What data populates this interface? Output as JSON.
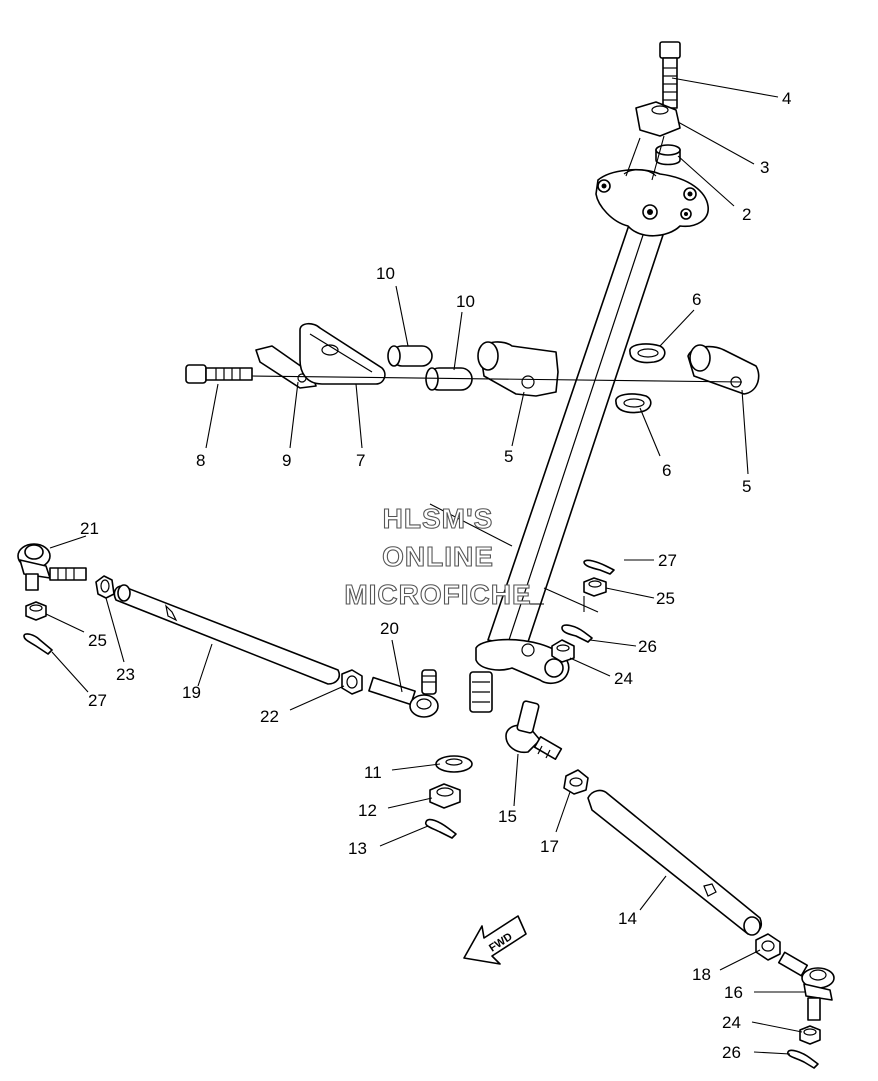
{
  "watermark": {
    "line1": "HLSM'S",
    "line2": "ONLINE",
    "line3": "MICROFICHE"
  },
  "direction_label": "FWD",
  "callouts": {
    "c2": "2",
    "c3": "3",
    "c4": "4",
    "c5a": "5",
    "c5b": "5",
    "c6a": "6",
    "c6b": "6",
    "c7": "7",
    "c8": "8",
    "c9": "9",
    "c10a": "10",
    "c10b": "10",
    "c11": "11",
    "c12": "12",
    "c13": "13",
    "c14": "14",
    "c15": "15",
    "c16": "16",
    "c17": "17",
    "c18": "18",
    "c19": "19",
    "c20": "20",
    "c21": "21",
    "c22": "22",
    "c23": "23",
    "c24a": "24",
    "c24b": "24",
    "c25a": "25",
    "c25b": "25",
    "c26a": "26",
    "c26b": "26",
    "c27a": "27",
    "c27b": "27"
  }
}
